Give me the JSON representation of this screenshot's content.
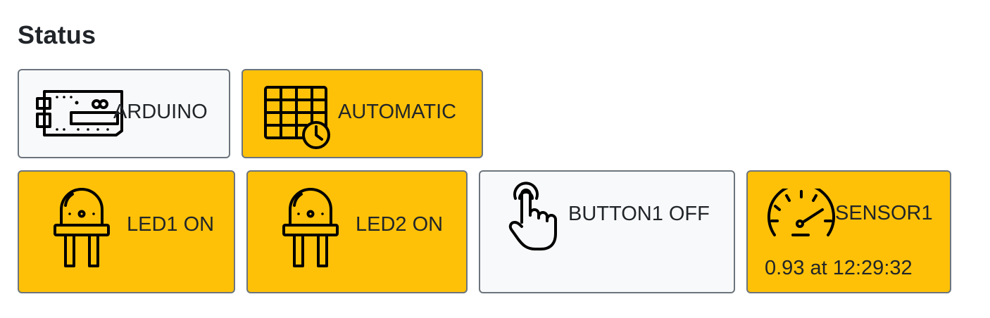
{
  "section_title": "Status",
  "tiles": {
    "arduino": {
      "label": "ARDUINO",
      "state": "off",
      "icon": "arduino-board-icon"
    },
    "automatic": {
      "label": "AUTOMATIC",
      "state": "on",
      "icon": "calendar-clock-icon"
    },
    "led1": {
      "label": "LED1 ON",
      "state": "on",
      "icon": "led-icon"
    },
    "led2": {
      "label": "LED2 ON",
      "state": "on",
      "icon": "led-icon"
    },
    "button1": {
      "label": "BUTTON1 OFF",
      "state": "off",
      "icon": "tap-hand-icon"
    },
    "sensor1": {
      "label": "SENSOR1",
      "reading": "0.93 at 12:29:32",
      "state": "on",
      "icon": "speedometer-icon"
    }
  },
  "colors": {
    "on": "#ffc107",
    "off": "#f8f9fa",
    "border": "#6c757d",
    "text": "#212529"
  }
}
